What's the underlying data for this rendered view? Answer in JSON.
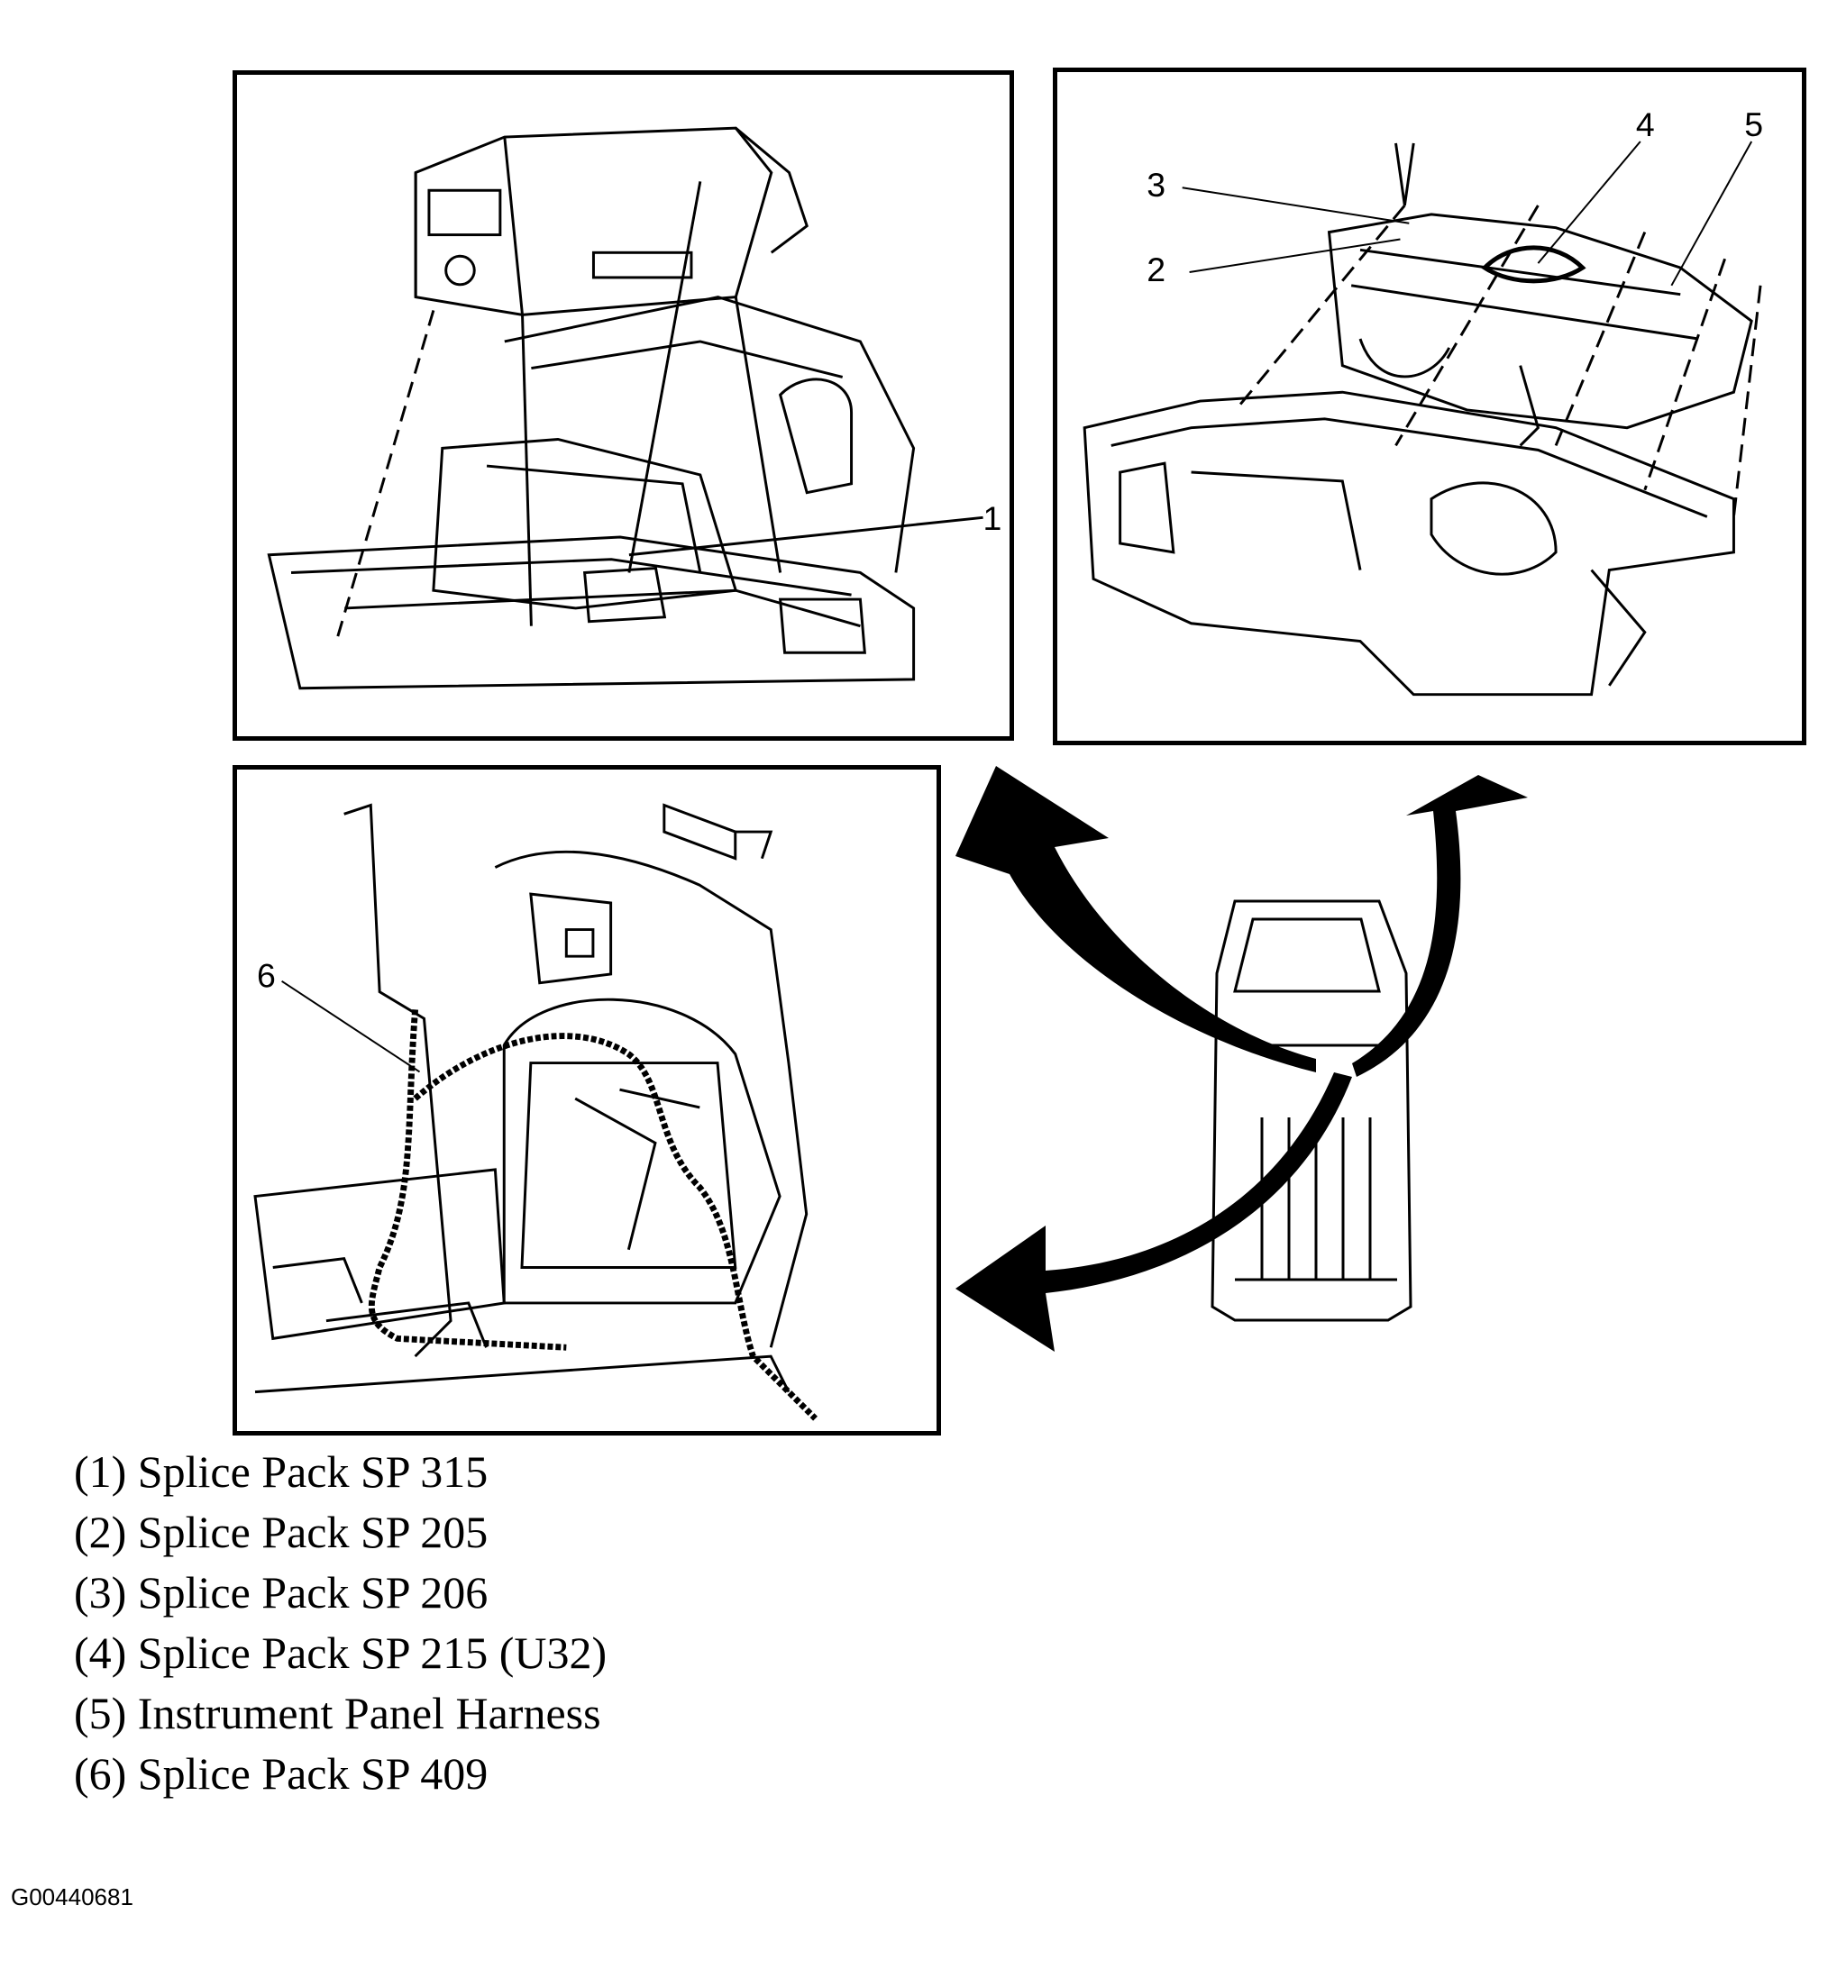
{
  "callouts": [
    "1",
    "2",
    "3",
    "4",
    "5",
    "6"
  ],
  "legend": [
    "(1) Splice Pack SP 315",
    "(2) Splice Pack SP 205",
    "(3) Splice Pack SP 206",
    "(4) Splice Pack SP 215 (U32)",
    "(5) Instrument Panel Harness",
    "(6) Splice Pack SP 409"
  ],
  "figure_id": "G00440681"
}
